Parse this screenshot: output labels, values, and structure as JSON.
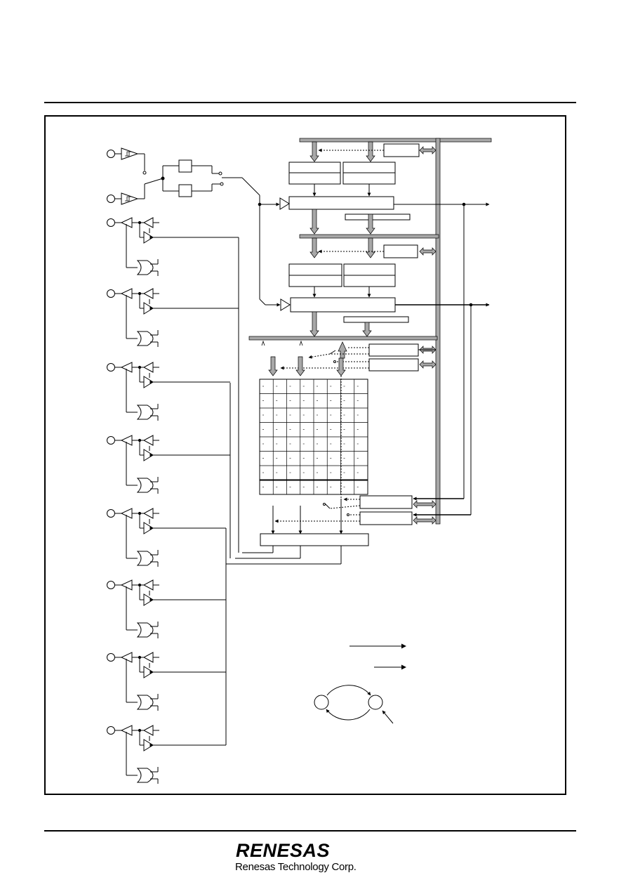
{
  "footer": {
    "brand_wordmark": "RENESAS",
    "brand_subtitle": "Renesas Technology Corp."
  },
  "diagram": {
    "input_pins": 10,
    "timer_blocks": 2,
    "port_lines": 8,
    "matrix_rows": 8,
    "matrix_cols": 8,
    "colors": {
      "line": "#000000",
      "bus": "#a8a8a8",
      "background": "#ffffff"
    }
  }
}
